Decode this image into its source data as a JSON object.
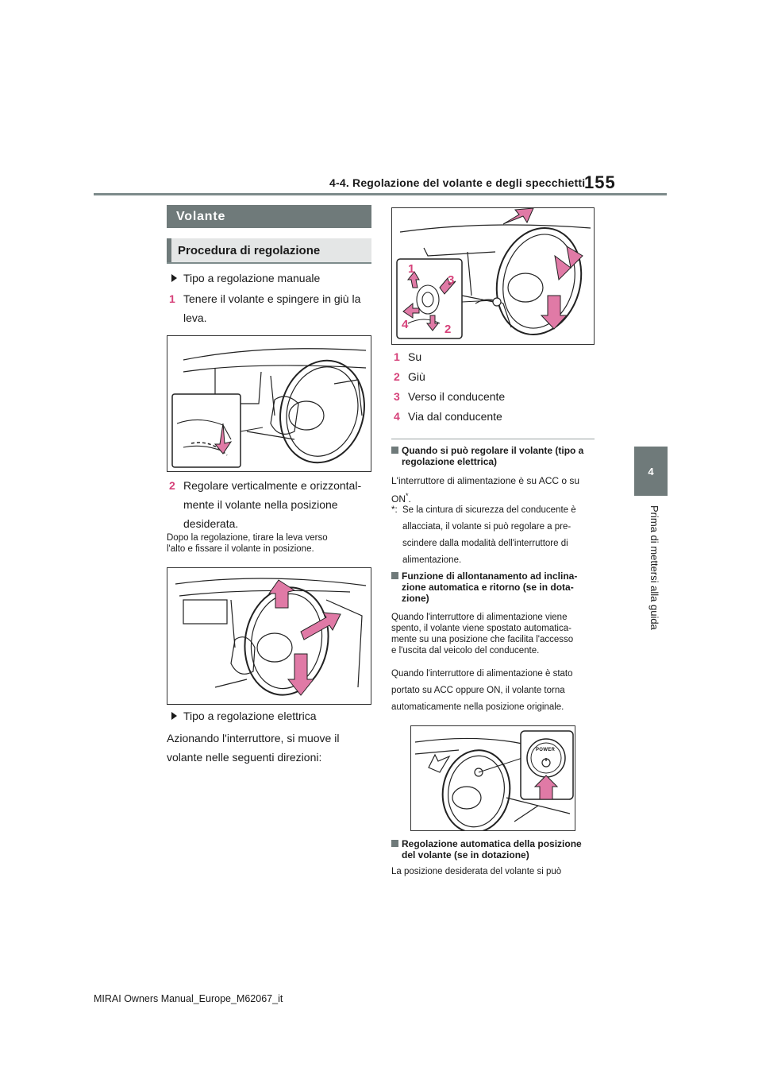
{
  "header": {
    "section_title": "4-4. Regolazione del volante e degli specchietti",
    "page_number": "155"
  },
  "side_tab": {
    "chapter_number": "4",
    "chapter_title": "Prima di mettersi alla guida"
  },
  "left": {
    "main_heading": "Volante",
    "sub_heading": "Procedura di regolazione",
    "manual_type": "Tipo a regolazione manuale",
    "step1_num": "1",
    "step1_line1": "Tenere il volante e spingere in giù la",
    "step1_line2": "leva.",
    "step2_num": "2",
    "step2_line1": "Regolare verticalmente e orizzontal-",
    "step2_line2": "mente il volante nella posizione",
    "step2_line3": "desiderata.",
    "after_note_line1": "Dopo la regolazione, tirare la leva verso",
    "after_note_line2": "l'alto e fissare il volante in posizione.",
    "electric_type": "Tipo a regolazione elettrica",
    "electric_line1": "Azionando l'interruttore, si muove il",
    "electric_line2": "volante nelle seguenti direzioni:"
  },
  "right": {
    "figure_labels": [
      "1",
      "2",
      "3",
      "4"
    ],
    "directions": [
      {
        "num": "1",
        "label": "Su"
      },
      {
        "num": "2",
        "label": "Giù"
      },
      {
        "num": "3",
        "label": "Verso il conducente"
      },
      {
        "num": "4",
        "label": "Via dal conducente"
      }
    ],
    "q1_title_line1": "Quando si può regolare il volante (tipo a",
    "q1_title_line2": "regolazione elettrica)",
    "q1_body_line1": "L'interruttore di alimentazione è su ACC o su",
    "q1_body_line2": "ON",
    "q1_star": "*",
    "q1_dot": ".",
    "q1_note_prefix": "*:",
    "q1_note_line1": "Se la cintura di sicurezza del conducente è",
    "q1_note_line2": "allacciata, il volante si può regolare a pre-",
    "q1_note_line3": "scindere dalla modalità dell'interruttore di",
    "q1_note_line4": "alimentazione.",
    "q2_title_line1": "Funzione di allontanamento ad inclina-",
    "q2_title_line2": "zione automatica e ritorno (se in dota-",
    "q2_title_line3": "zione)",
    "q2_body_line1": "Quando l'interruttore di alimentazione viene",
    "q2_body_line2": "spento, il volante viene spostato automatica-",
    "q2_body_line3": "mente su una posizione che facilita l'accesso",
    "q2_body_line4": "e l'uscita dal veicolo del conducente.",
    "q2_body2_line1": "Quando l'interruttore di alimentazione è stato",
    "q2_body2_line2": "portato su ACC oppure ON, il volante torna",
    "q2_body2_line3": "automaticamente nella posizione originale.",
    "power_label": "POWER",
    "q3_title_line1": "Regolazione automatica della posizione",
    "q3_title_line2": "del volante (se in dotazione)",
    "q3_body_line1": "La posizione desiderata del volante si può"
  },
  "footer": {
    "manual_name": "MIRAI Owners Manual_Europe_M62067_it"
  },
  "colors": {
    "accent_gray": "#6f7a7a",
    "step_pink": "#d6427a"
  }
}
